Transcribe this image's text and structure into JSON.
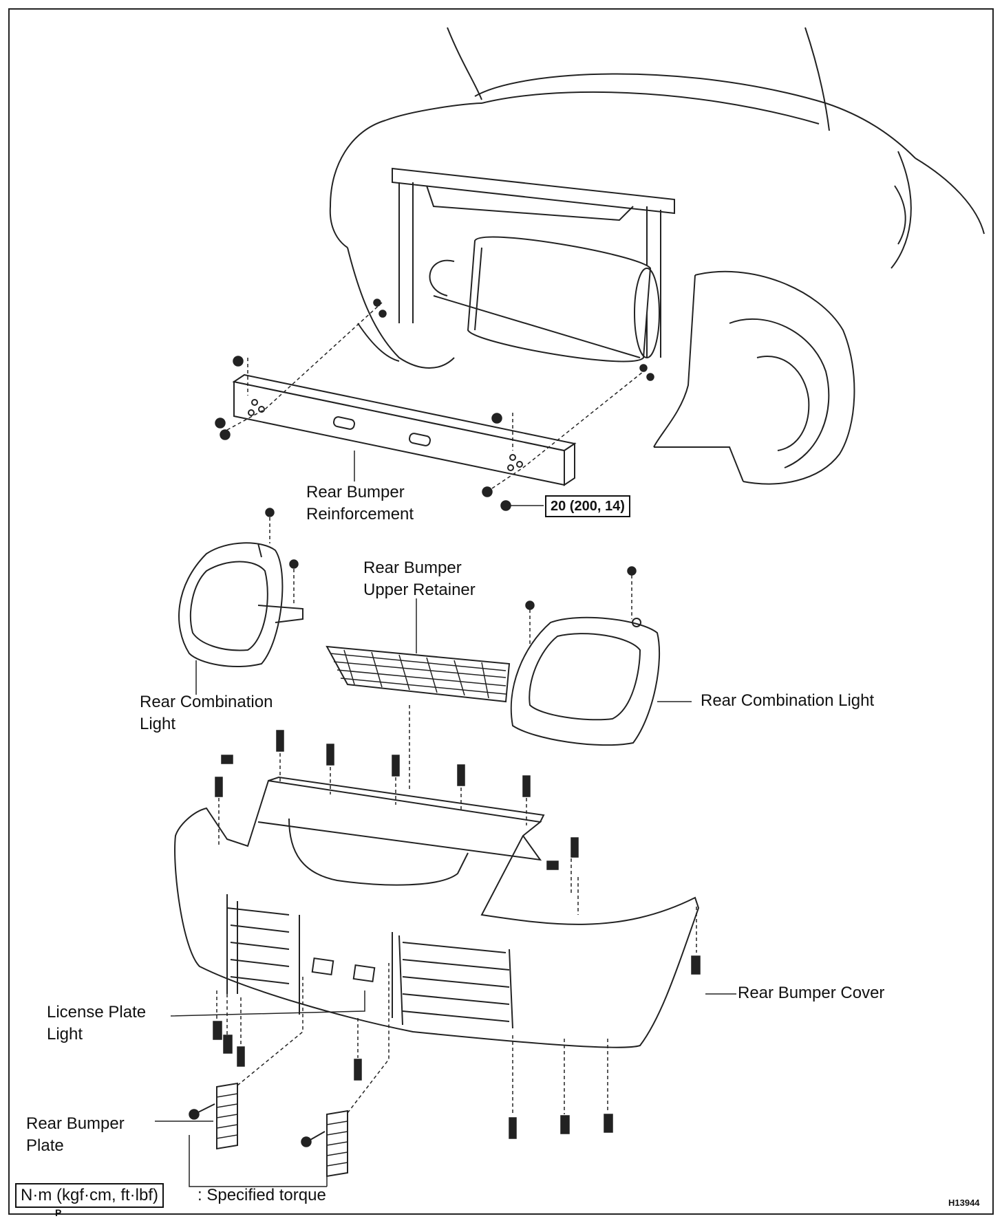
{
  "diagram": {
    "labels": {
      "reinforcement": "Rear Bumper\nReinforcement",
      "upper_retainer": "Rear Bumper\nUpper Retainer",
      "combination_light_left": "Rear Combination\nLight",
      "combination_light_right": "Rear Combination Light",
      "bumper_cover": "Rear Bumper Cover",
      "license_plate_light": "License Plate\nLight",
      "bumper_plate": "Rear Bumper\nPlate"
    },
    "torque_spec": "20 (200, 14)",
    "legend": {
      "unit_box": "N·m (kgf·cm, ft·lbf)",
      "description": ": Specified torque"
    },
    "page_marker": "P",
    "figure_code": "H13944"
  }
}
